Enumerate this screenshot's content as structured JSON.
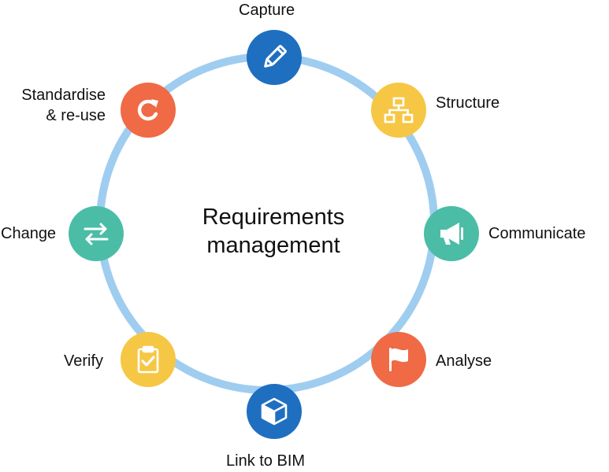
{
  "title": {
    "line1": "Requirements",
    "line2": "management"
  },
  "colors": {
    "ring": "#9fcdf0",
    "blue": "#1f6fc0",
    "yellow": "#f6c744",
    "teal": "#4bbda6",
    "orange": "#ef6a45"
  },
  "nodes": [
    {
      "label": "Capture",
      "icon": "pencil-icon",
      "color": "#1f6fc0"
    },
    {
      "label": "Structure",
      "icon": "hierarchy-icon",
      "color": "#f6c744"
    },
    {
      "label": "Communicate",
      "icon": "megaphone-icon",
      "color": "#4bbda6"
    },
    {
      "label": "Analyse",
      "icon": "flag-icon",
      "color": "#ef6a45"
    },
    {
      "label": "Link to BIM",
      "icon": "cube-icon",
      "color": "#1f6fc0"
    },
    {
      "label": "Verify",
      "icon": "clipboard-check-icon",
      "color": "#f6c744"
    },
    {
      "label": "Change",
      "icon": "swap-arrows-icon",
      "color": "#4bbda6"
    },
    {
      "label_line1": "Standardise",
      "label_line2": "& re-use",
      "icon": "refresh-icon",
      "color": "#ef6a45"
    }
  ]
}
